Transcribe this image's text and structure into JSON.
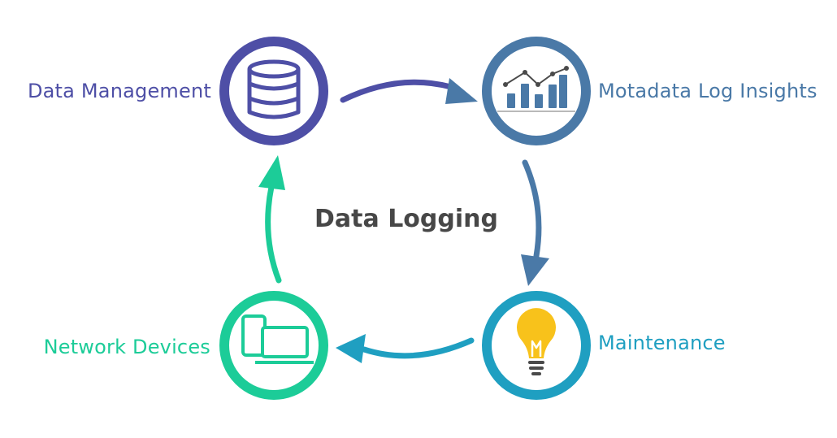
{
  "diagram": {
    "title": "Data Logging",
    "nodes": [
      {
        "id": "data-management",
        "label": "Data Management",
        "icon": "database-icon",
        "color": "#4e4fa6"
      },
      {
        "id": "log-insights",
        "label": "Motadata Log Insights",
        "icon": "bar-chart-icon",
        "color": "#4a79a7"
      },
      {
        "id": "maintenance",
        "label": "Maintenance",
        "icon": "lightbulb-icon",
        "color": "#1f9fc1"
      },
      {
        "id": "network-devices",
        "label": "Network Devices",
        "icon": "devices-icon",
        "color": "#1ccc98"
      }
    ],
    "icon_colors": {
      "bulb": "#f8c21b",
      "bulb_base": "#4a4a4a"
    },
    "flow": [
      {
        "from": "data-management",
        "to": "log-insights"
      },
      {
        "from": "log-insights",
        "to": "maintenance"
      },
      {
        "from": "maintenance",
        "to": "network-devices"
      },
      {
        "from": "network-devices",
        "to": "data-management"
      }
    ]
  }
}
